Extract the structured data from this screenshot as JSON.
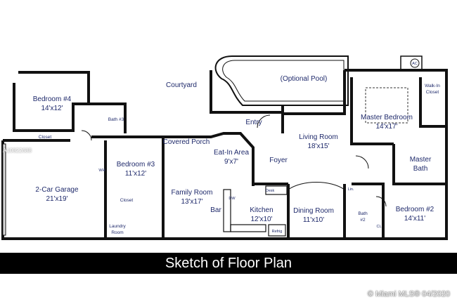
{
  "rooms": {
    "bedroom4": {
      "name": "Bedroom #4",
      "size": "14'x12'"
    },
    "courtyard": "Courtyard",
    "optional_pool": "(Optional Pool)",
    "walk_in_closet_1": "Walk-In",
    "walk_in_closet_2": "Closet",
    "bath3": "Bath #3",
    "closet_bed4": "Closet",
    "entry": "Entry",
    "master_bedroom": {
      "name": "Master Bedroom",
      "size": "14'x17'"
    },
    "covered_porch": "Covered Porch",
    "bedroom3": {
      "name": "Bedroom #3",
      "size": "11'x12'"
    },
    "eat_in": {
      "name": "Eat-In Area",
      "size": "9'x7'"
    },
    "living_room": {
      "name": "Living Room",
      "size": "18'x15'"
    },
    "foyer": "Foyer",
    "master_bath_1": "Master",
    "master_bath_2": "Bath",
    "garage": {
      "name": "2-Car Garage",
      "size": "21'x19'"
    },
    "family_room": {
      "name": "Family Room",
      "size": "13'x17'"
    },
    "closet_bed3": "Closet",
    "desk": "Desk",
    "linen": "Lin.",
    "bar": "Bar",
    "kitchen": {
      "name": "Kitchen",
      "size": "12'x10'"
    },
    "dining_room": {
      "name": "Dining Room",
      "size": "11'x10'"
    },
    "bedroom2": {
      "name": "Bedroom #2",
      "size": "14'x11'"
    },
    "bath2_1": "Bath",
    "bath2_2": "#2",
    "cl": "CL",
    "laundry_1": "Laundry",
    "laundry_2": "Room",
    "dw": "DW",
    "refrig": "Refrig",
    "wh": "WH",
    "ac": "AC"
  },
  "banner": "Sketch of Floor Plan",
  "listing_id": "A10822688",
  "copyright": "© Miami MLS® 04/2020"
}
